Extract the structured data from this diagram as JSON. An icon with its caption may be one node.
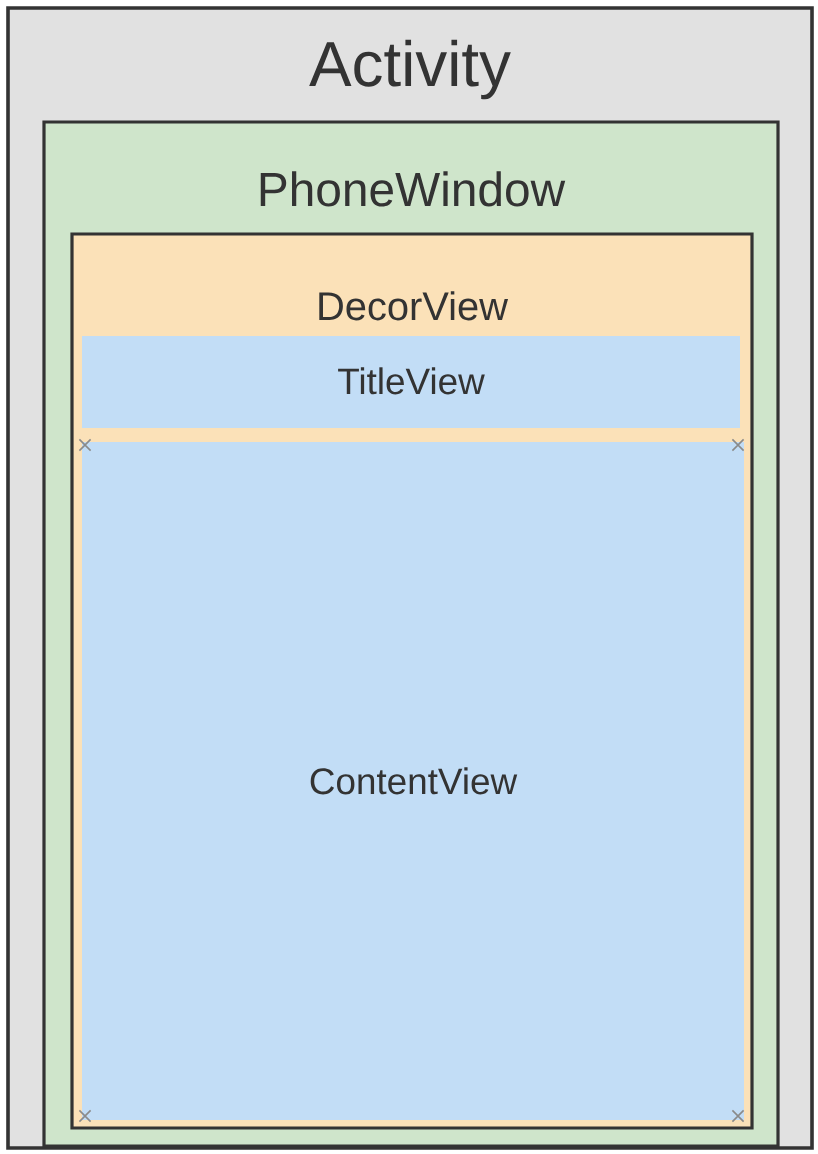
{
  "diagram": {
    "nodes": [
      {
        "text": [
          "Activity"
        ]
      },
      {
        "text": [
          "PhoneWindow"
        ],
        "in": 0
      },
      {
        "text": [
          "DecorView"
        ],
        "in": 1
      },
      {
        "text": [
          "TitleView"
        ],
        "in": 2
      },
      {
        "text": [
          "ContentView"
        ],
        "in": 2
      }
    ]
  }
}
